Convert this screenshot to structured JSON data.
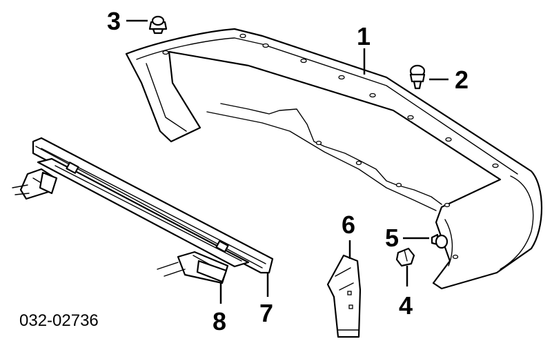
{
  "diagram": {
    "callouts": [
      {
        "id": "1",
        "label": "1"
      },
      {
        "id": "2",
        "label": "2"
      },
      {
        "id": "3",
        "label": "3"
      },
      {
        "id": "4",
        "label": "4"
      },
      {
        "id": "5",
        "label": "5"
      },
      {
        "id": "6",
        "label": "6"
      },
      {
        "id": "7",
        "label": "7"
      },
      {
        "id": "8",
        "label": "8"
      }
    ],
    "diagram_code": "032-02736",
    "colors": {
      "ink": "#000000",
      "background": "#ffffff"
    }
  }
}
